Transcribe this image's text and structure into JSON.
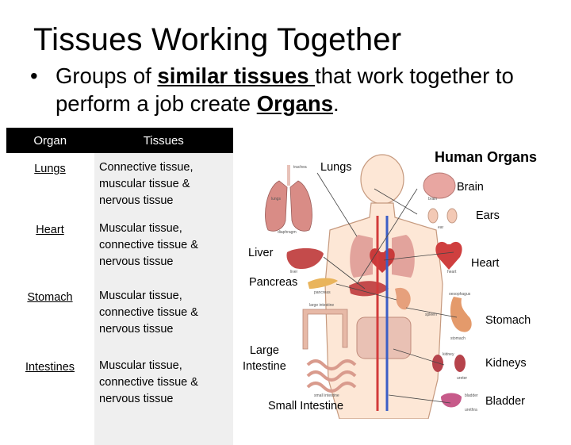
{
  "title": "Tissues Working Together",
  "bullet": {
    "prefix": "Groups of ",
    "emphasis1": "similar tissues ",
    "middle": "that work together to perform a job create ",
    "emphasis2": "Organs",
    "suffix": "."
  },
  "table": {
    "headers": [
      "Organ",
      "Tissues"
    ],
    "rows": [
      {
        "organ": "Lungs",
        "tissues": "Connective tissue, muscular tissue & nervous tissue"
      },
      {
        "organ": "Heart",
        "tissues": "Muscular tissue, connective tissue & nervous tissue"
      },
      {
        "organ": "Stomach",
        "tissues": "Muscular tissue, connective tissue & nervous tissue"
      },
      {
        "organ": "Intestines",
        "tissues": "Muscular tissue, connective tissue & nervous tissue"
      }
    ]
  },
  "diagram": {
    "title": "Human Organs",
    "labels": {
      "lungs": "Lungs",
      "brain": "Brain",
      "ears": "Ears",
      "liver": "Liver",
      "heart": "Heart",
      "pancreas": "Pancreas",
      "stomach": "Stomach",
      "large_intestine": "Large\nIntestine",
      "kidneys": "Kidneys",
      "small_intestine": "Small Intestine",
      "bladder": "Bladder"
    },
    "small_labels": {
      "brain": "brain",
      "trachea": "trachea",
      "lungs": "lungs",
      "diaphragm": "diaphragm",
      "liver": "liver",
      "heart": "heart",
      "pancreas": "pancreas",
      "large_intestine": "large intestine",
      "small_intestine": "small intestine",
      "stomach": "stomach",
      "spleen": "spleen",
      "oesophagus": "oesophagus",
      "kidney": "kidney",
      "ureter": "ureter",
      "bladder": "bladder",
      "urethra": "urethra",
      "ear": "ear"
    }
  }
}
